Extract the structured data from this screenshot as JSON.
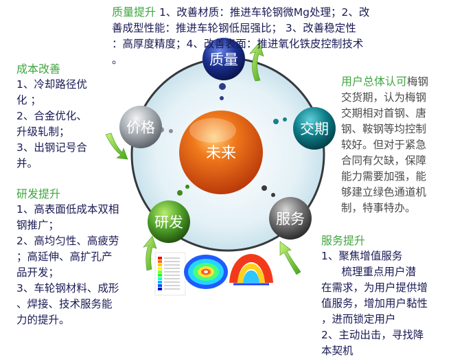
{
  "center": {
    "label": "未来"
  },
  "nodes": {
    "quality": {
      "label": "质量",
      "color": "#1a2f8f"
    },
    "delivery": {
      "label": "交期",
      "color": "#0c7b86"
    },
    "service": {
      "label": "服务",
      "color": "#6f6f6f"
    },
    "rnd": {
      "label": "研发",
      "color": "#4fa02a"
    },
    "price": {
      "label": "价格",
      "color": "#9aa0a6"
    }
  },
  "blocks": {
    "quality": {
      "head": "质量提升",
      "l1": " 1、改善材质：推进车轮钢微Mg处理；2、改",
      "l2": "善成型性能：推进车轮钢低屈强比；  3、改善稳定性",
      "l3": "：高厚度精度；4、改善表面：推进氧化铁皮控制技术",
      "l4": "。"
    },
    "cost": {
      "head": "成本改善",
      "lines": [
        "1、冷却路径优",
        "化  ；",
        "2、合金优化、",
        "升级轧制；",
        "3、出钢记号合",
        "并。"
      ]
    },
    "user": {
      "head": "用户总体认可",
      "first": "梅钢",
      "lines": [
        "交货期，认为梅钢",
        "交期相对首钢、唐",
        "钢、鞍钢等均控制",
        "较好。但对于紧急",
        "合同有欠缺，保障",
        "能力需要加强，能",
        "够建立绿色通道机",
        "制，特事特办。"
      ]
    },
    "rnd": {
      "head": "研发提升",
      "lines": [
        "1、高表面低成本双相",
        "钢推广；",
        "2、高均匀性、高疲劳",
        "；高延伸、高扩孔产",
        "品开发；",
        "3、车轮钢材料、成形",
        "、焊接、技术服务能",
        "力的提升。"
      ]
    },
    "service": {
      "head": "服务提升",
      "lines": [
        "1、聚焦增值服务",
        "      梳理重点用户潜",
        "在需求，为用户提供增",
        "值服务，增加用户黏性",
        "，进而锁定用户",
        "2、主动出击，寻找降",
        "本契机"
      ]
    }
  }
}
